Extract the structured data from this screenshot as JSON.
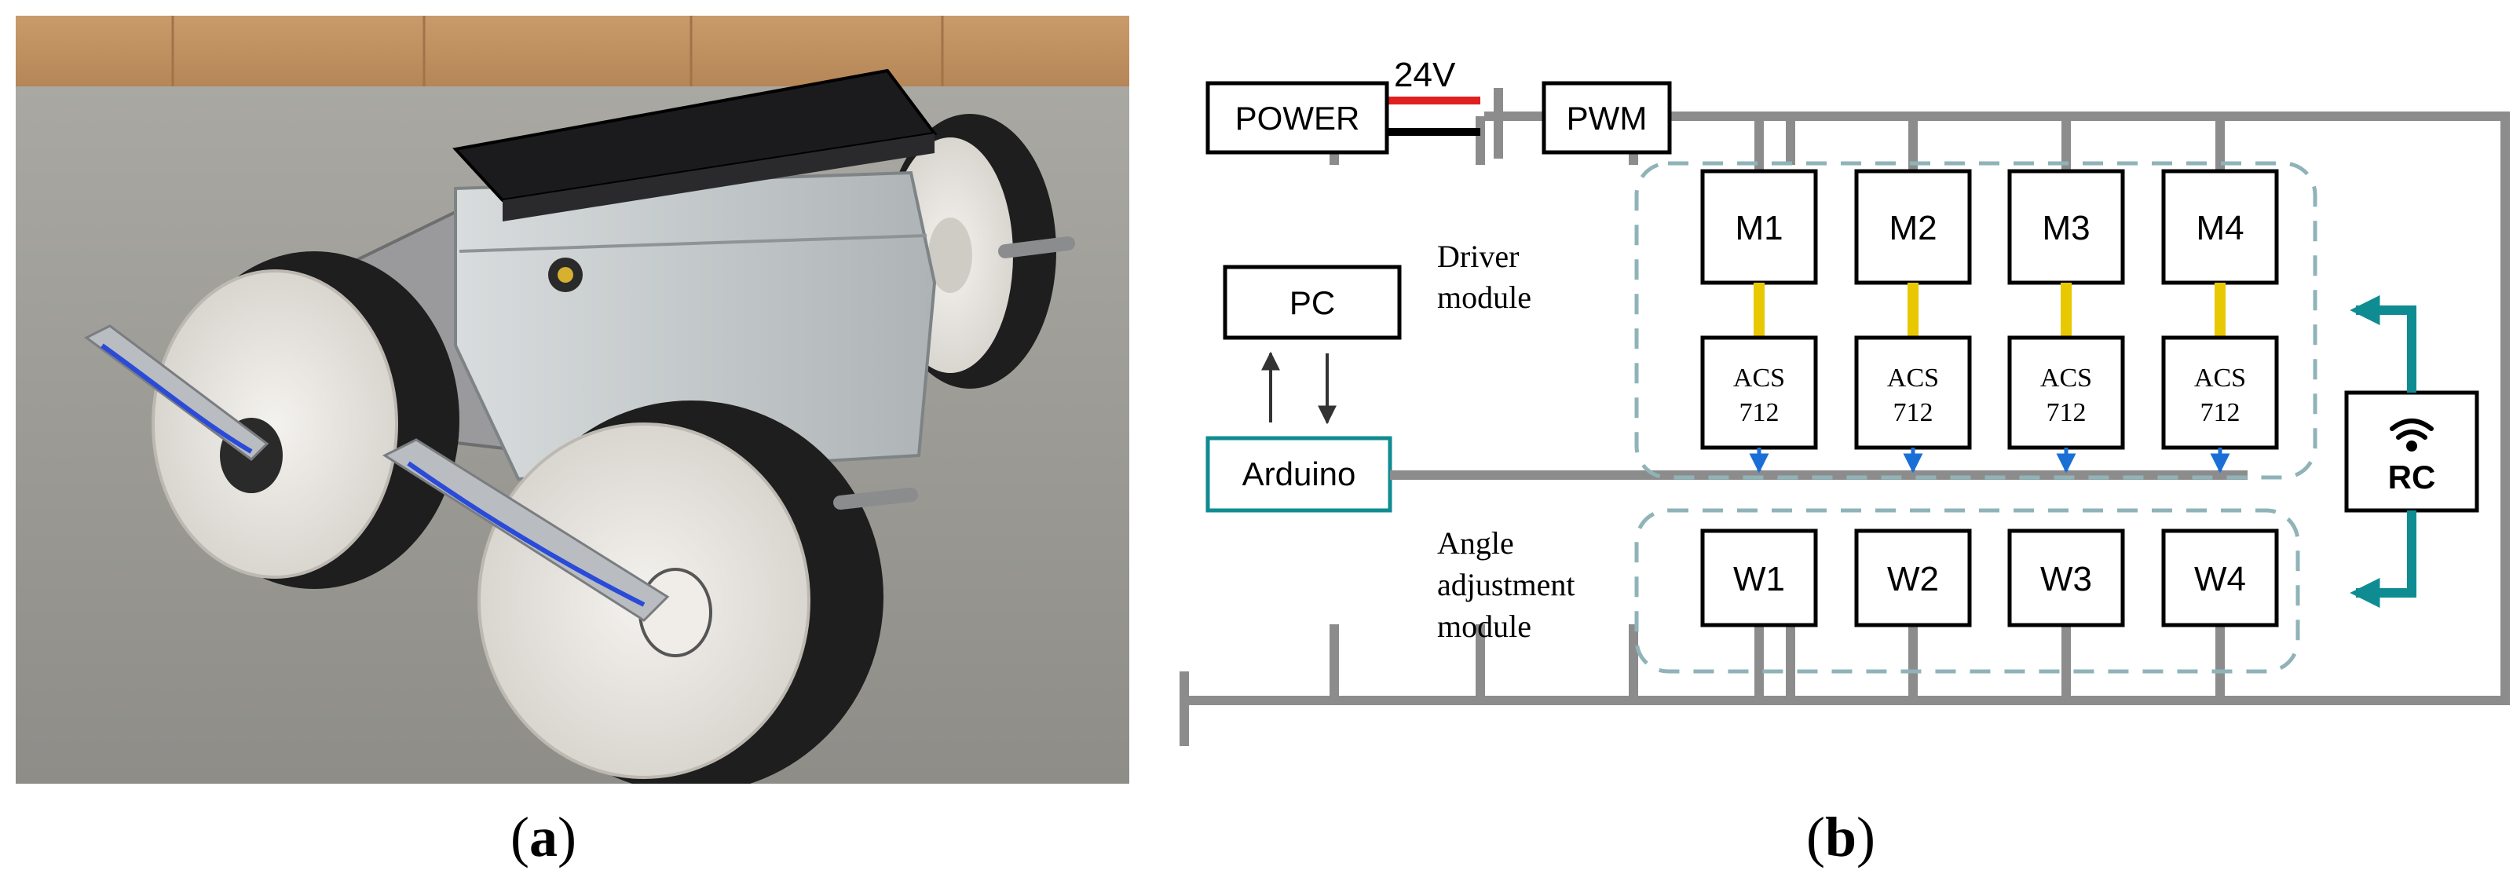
{
  "figure": {
    "caption_a": "a",
    "caption_b": "b"
  },
  "diagram": {
    "voltage_label": "24V",
    "power": "POWER",
    "pwm": "PWM",
    "pc": "PC",
    "arduino": "Arduino",
    "rc": "RC",
    "driver_module_line1": "Driver",
    "driver_module_line2": "module",
    "angle_module_line1": "Angle",
    "angle_module_line2": "adjustment",
    "angle_module_line3": "module",
    "motors": [
      "M1",
      "M2",
      "M3",
      "M4"
    ],
    "sensor_line1": "ACS",
    "sensor_line2": "712",
    "wheels": [
      "W1",
      "W2",
      "W3",
      "W4"
    ],
    "colors": {
      "wire_gray": "#8c8c8c",
      "accent_teal": "#0f8c92",
      "dashed_border": "#8fb3b8",
      "power_red": "#e02020",
      "link_yellow": "#e8c800",
      "arrow_blue": "#1a6fd6"
    },
    "icons": [
      "wifi-icon"
    ]
  }
}
